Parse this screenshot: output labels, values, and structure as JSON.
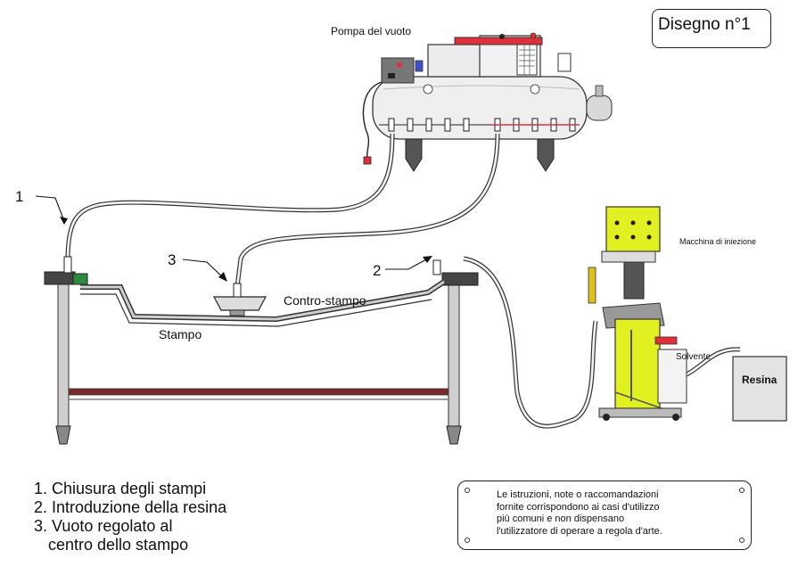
{
  "title": "Disegno n°1",
  "labels": {
    "pump": "Pompa del vuoto",
    "injection_machine": "Macchina di iniezione",
    "solvent": "Solvente",
    "resin": "Resina",
    "counter_mold": "Contro-stampo",
    "mold": "Stampo",
    "callout_1": "1",
    "callout_2": "2",
    "callout_3": "3"
  },
  "steps": [
    "1. Chiusura degli stampi",
    "2. Introduzione della resina",
    "3. Vuoto regolato al",
    "centro dello stampo"
  ],
  "note_lines": [
    "Le istruzioni, note o raccomandazioni",
    "fornite corrispondono ai casi d'utilizzo",
    "più comuni e non dispensano",
    "l'utilizzatore di operare a regola d'arte."
  ],
  "colors": {
    "machine": "#e0f020",
    "pump_accent": "#e0303a",
    "pump_body": "#ececec",
    "rail": "#7a2a2a"
  }
}
